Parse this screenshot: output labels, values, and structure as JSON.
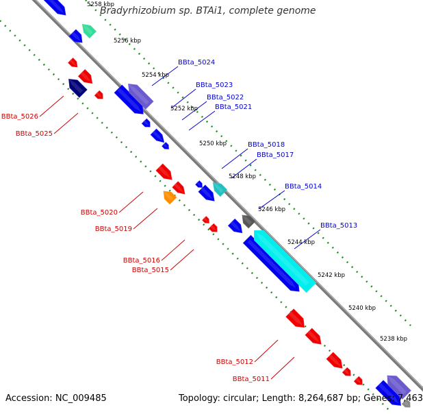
{
  "title": "Bradyrhizobium sp. BTAi1, complete genome",
  "accession_text": "Accession: NC_009485",
  "topology_text": "Topology: circular; Length: 8,264,687 bp; Genes: 7,463",
  "colors": {
    "backbone": "#808080",
    "tick": "#228B22",
    "forward_label": "#0000CC",
    "reverse_label": "#CC0000"
  },
  "kbp_labels": [
    "5258 kbp",
    "5256 kbp",
    "5254 kbp",
    "5252 kbp",
    "5250 kbp",
    "5248 kbp",
    "5246 kbp",
    "5244 kbp",
    "5242 kbp",
    "5240 kbp",
    "5238 kbp"
  ],
  "forward_genes": [
    "BBta_5024",
    "BBta_5023",
    "BBta_5022",
    "BBta_5021",
    "BBta_5018",
    "BBta_5017",
    "BBta_5014",
    "BBta_5013"
  ],
  "reverse_genes": [
    "BBta_5026",
    "BBta_5025",
    "BBta_5020",
    "BBta_5019",
    "BBta_5016",
    "BBta_5015",
    "BBta_5012",
    "BBta_5011"
  ]
}
